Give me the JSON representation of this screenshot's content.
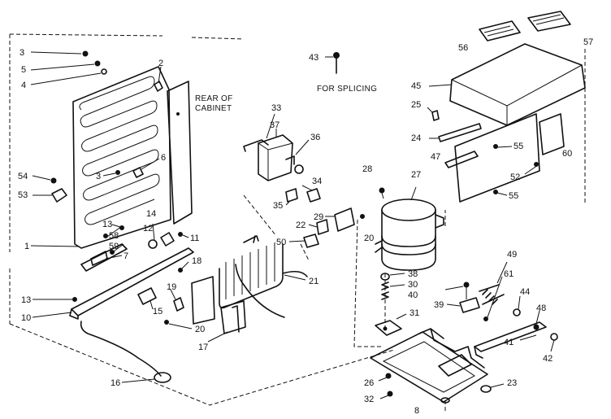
{
  "annotations": {
    "rear_of_cabinet_line1": "REAR OF",
    "rear_of_cabinet_line2": "CABINET",
    "for_splicing": "FOR SPLICING"
  },
  "callouts": [
    "3",
    "5",
    "4",
    "2",
    "6",
    "3",
    "54",
    "53",
    "1",
    "13",
    "58",
    "59",
    "7",
    "14",
    "11",
    "12",
    "13",
    "10",
    "19",
    "15",
    "18",
    "20",
    "17",
    "21",
    "16",
    "33",
    "37",
    "36",
    "43",
    "34",
    "35",
    "22",
    "29",
    "50",
    "28",
    "27",
    "20",
    "45",
    "25",
    "24",
    "47",
    "55",
    "52",
    "55",
    "60",
    "56",
    "57",
    "38",
    "30",
    "40",
    "39",
    "49",
    "61",
    "44",
    "48",
    "31",
    "41",
    "42",
    "26",
    "23",
    "32",
    "8"
  ]
}
